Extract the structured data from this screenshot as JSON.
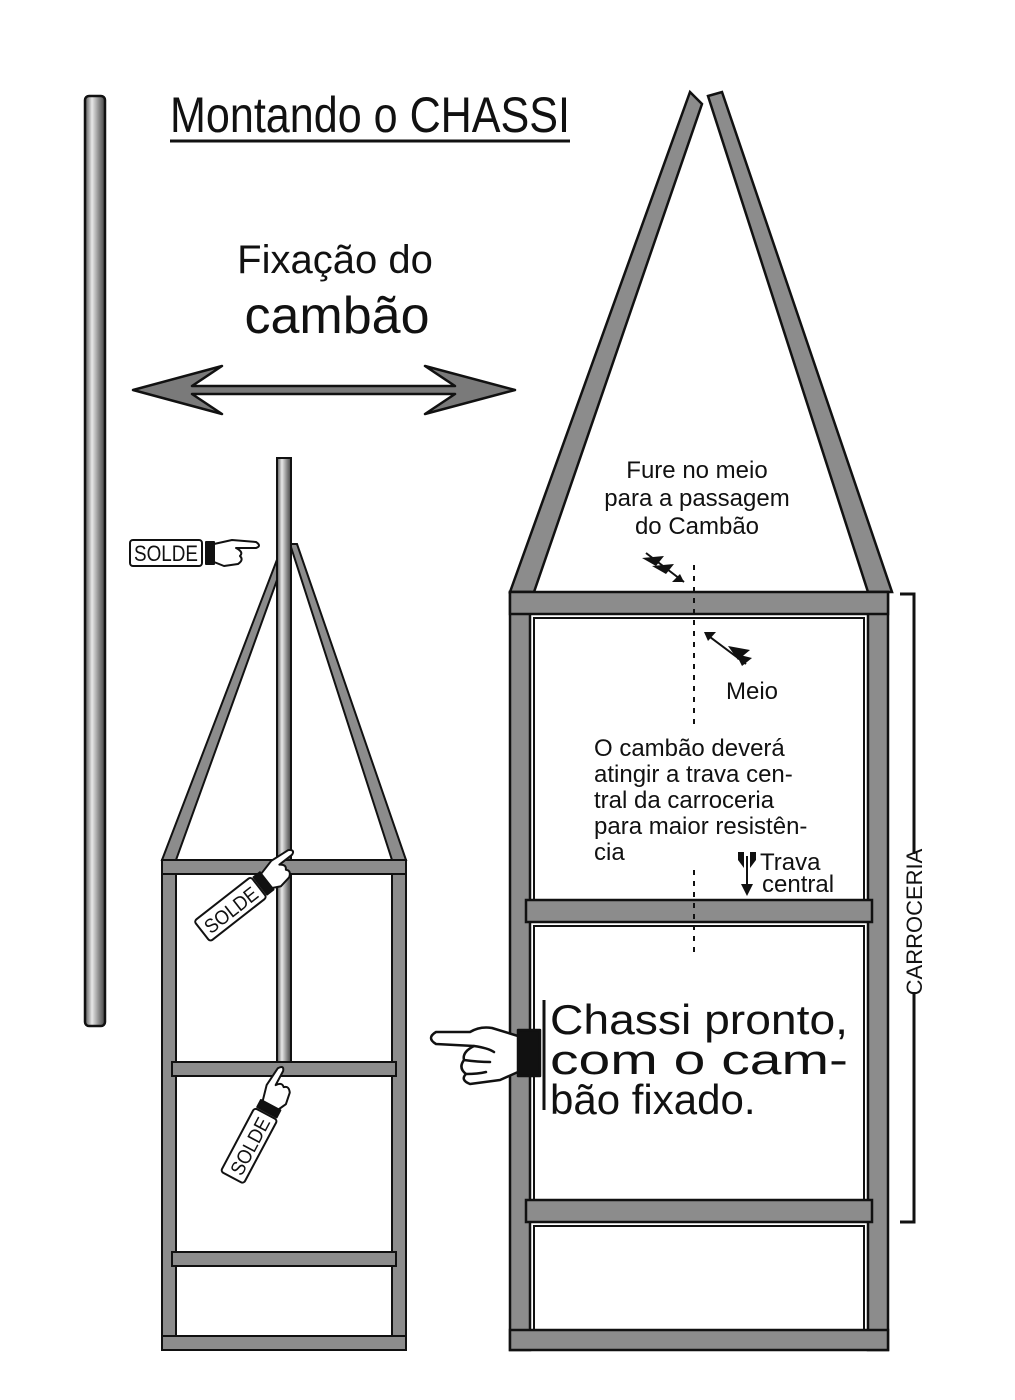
{
  "title": "Montando o CHASSI",
  "fixacao": {
    "line1": "Fixação do",
    "line2": "cambão"
  },
  "solde_label": "SOLDE",
  "fure": {
    "line1": "Fure no meio",
    "line2": "para a passagem",
    "line3": "do  Cambão"
  },
  "meio_label": "Meio",
  "cambao_note": {
    "line1": "O cambão deverá",
    "line2": "atingir a trava cen-",
    "line3": "tral  da  carroceria",
    "line4": "para maior resistên-",
    "line5": "cia"
  },
  "trava": {
    "line1": "Trava",
    "line2": "central"
  },
  "pronto": {
    "line1": "Chassi pronto,",
    "line2": "com  o  cam-",
    "line3": "bão fixado."
  },
  "carroceria_label": "CARROCERIA",
  "colors": {
    "frame_fill": "#8c8c8c",
    "frame_light": "#d9d9d9",
    "outline": "#111111"
  }
}
